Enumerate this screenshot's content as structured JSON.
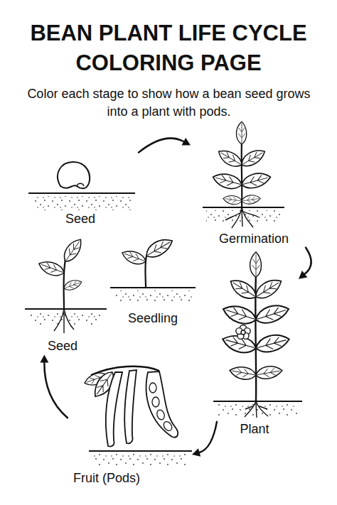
{
  "diagram": {
    "title": "BEAN PLANT LIFE CYCLE COLORING PAGE",
    "caption": "Color each stage to show how a bean seed grows into a plant with pods.",
    "nodes": [
      {
        "text": [
          "Seed"
        ]
      },
      {
        "text": [
          "Germination"
        ]
      },
      {
        "text": [
          "Seed"
        ]
      },
      {
        "text": [
          "Seedling"
        ]
      },
      {
        "text": [
          "Plant"
        ]
      },
      {
        "text": [
          "Fruit (Pods)"
        ]
      }
    ],
    "edges": [
      {
        "from": 0,
        "to": 1,
        "arrow": "to"
      },
      {
        "from": 1,
        "to": 4,
        "arrow": "to"
      },
      {
        "from": 4,
        "to": 5,
        "arrow": "to"
      },
      {
        "from": 5,
        "to": 2,
        "arrow": "to"
      }
    ]
  }
}
